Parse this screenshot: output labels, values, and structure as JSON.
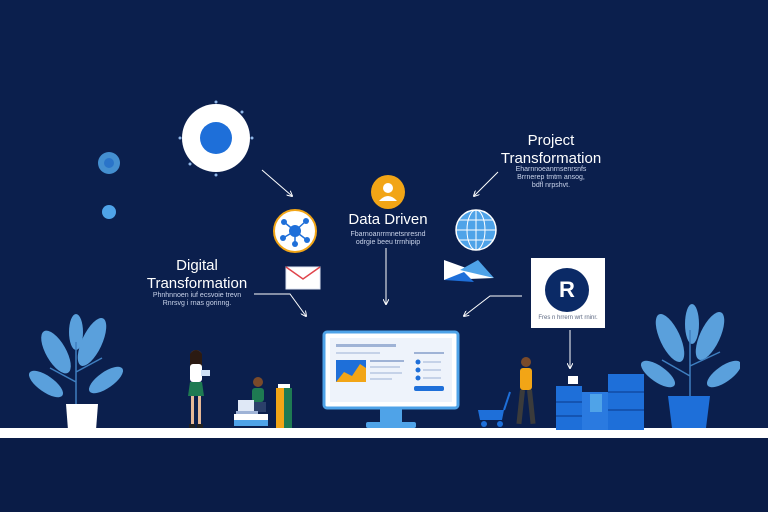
{
  "labels": {
    "data_driven": {
      "title": "Data Driven",
      "caption": "Fbarnoanrrmnetsnresnd\nodrgie beeu trrnhipip"
    },
    "digital": {
      "title": "Digital\nTransformation",
      "caption": "Phnhnnoen iuf ecsvoie trevn\nRnrsvg i rnas gorinng."
    },
    "project": {
      "title": "Project\nTransformation",
      "caption": "Eharnnoeanrnsenrsnfs\nBrrnerep tmtm ansog,\nbdfl nrpshvt."
    },
    "r_card": {
      "letter": "R",
      "caption": "Fres n hrrern wrt rninr."
    }
  },
  "colors": {
    "background": "#0b1f4d",
    "accent_blue": "#1e6fd9",
    "light_blue": "#4fa3e8",
    "accent_orange": "#f2a516",
    "floor": "#ffffff",
    "plant": "#5aa0dc"
  },
  "icons": [
    "target-circle-icon",
    "network-icon",
    "user-badge-icon",
    "globe-icon",
    "mail-icon",
    "paper-plane-icon",
    "monitor-icon",
    "plant-icon"
  ]
}
